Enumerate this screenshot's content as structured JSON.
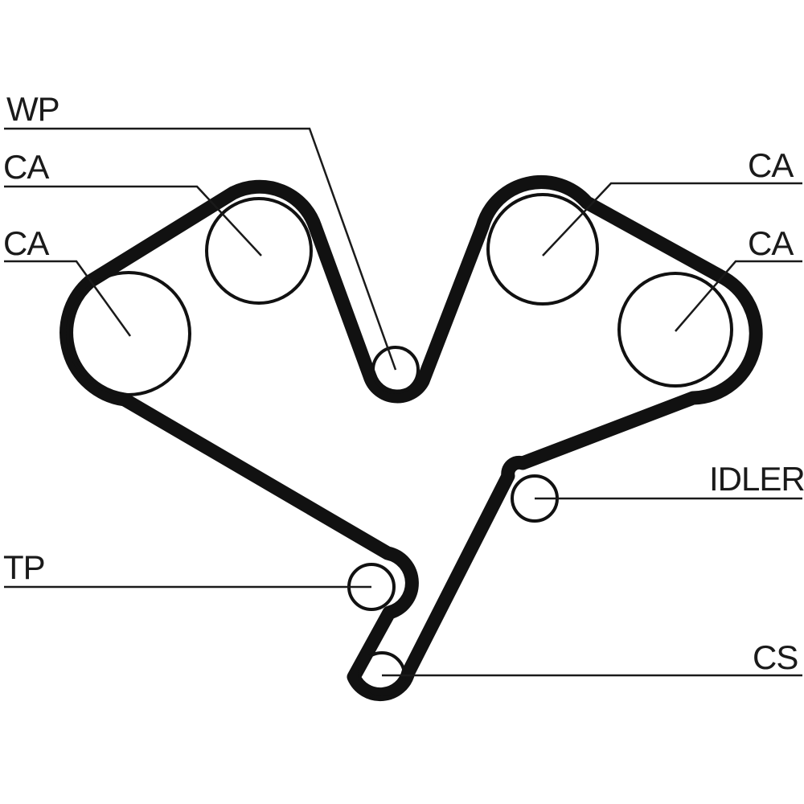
{
  "diagram": {
    "type": "timing-belt-routing",
    "labels": {
      "wp": "WP",
      "ca_left_upper": "CA",
      "ca_left_lower": "CA",
      "ca_right_upper": "CA",
      "ca_right_lower": "CA",
      "idler": "IDLER",
      "tp": "TP",
      "cs": "CS"
    },
    "colors": {
      "belt": "#111111",
      "line": "#1a1a1a",
      "background": "#ffffff"
    }
  }
}
